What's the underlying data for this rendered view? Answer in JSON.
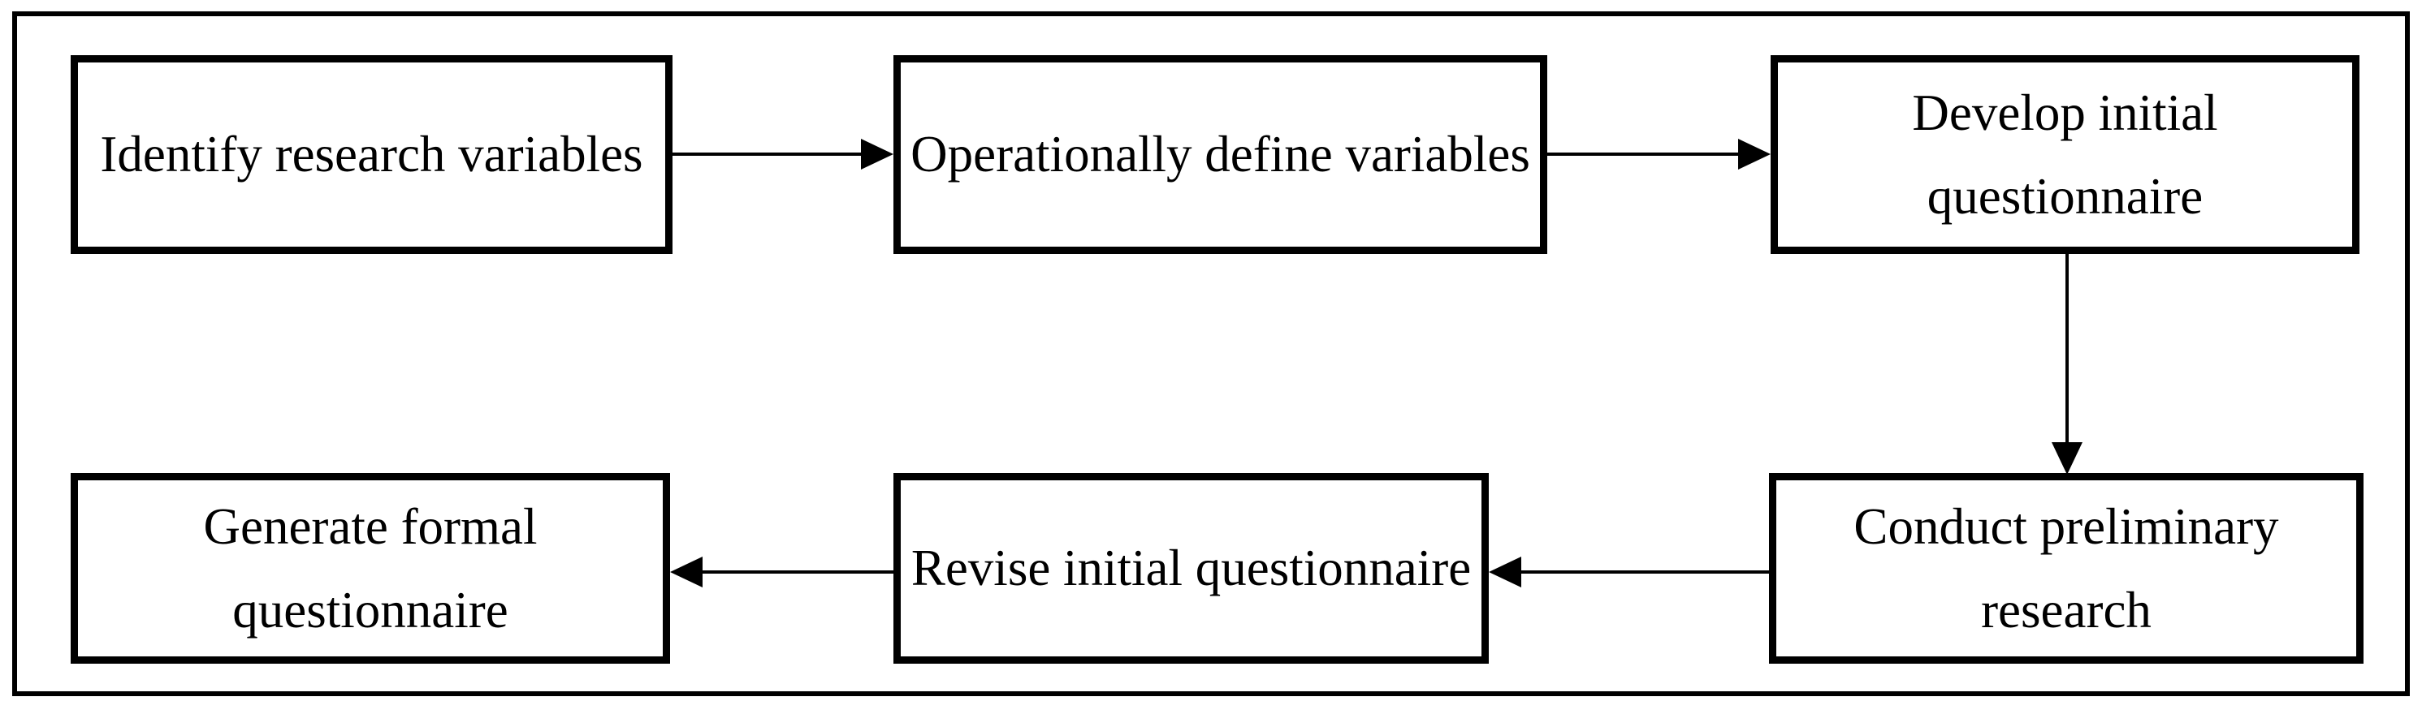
{
  "diagram": {
    "type": "flowchart",
    "background_color": "#ffffff",
    "line_color": "#000000",
    "text_color": "#000000",
    "boxes": [
      {
        "id": "identify-research-variables",
        "label": "Identify research variables"
      },
      {
        "id": "operationally-define-variables",
        "label": "Operationally define variables"
      },
      {
        "id": "develop-initial-questionnaire",
        "label": "Develop initial questionnaire"
      },
      {
        "id": "conduct-preliminary-research",
        "label": "Conduct preliminary research"
      },
      {
        "id": "revise-initial-questionnaire",
        "label": "Revise initial questionnaire"
      },
      {
        "id": "generate-formal-questionnaire",
        "label": "Generate formal questionnaire"
      }
    ],
    "connections": [
      {
        "from": "identify-research-variables",
        "to": "operationally-define-variables",
        "direction": "right"
      },
      {
        "from": "operationally-define-variables",
        "to": "develop-initial-questionnaire",
        "direction": "right"
      },
      {
        "from": "develop-initial-questionnaire",
        "to": "conduct-preliminary-research",
        "direction": "down"
      },
      {
        "from": "conduct-preliminary-research",
        "to": "revise-initial-questionnaire",
        "direction": "left"
      },
      {
        "from": "revise-initial-questionnaire",
        "to": "generate-formal-questionnaire",
        "direction": "left"
      }
    ]
  }
}
